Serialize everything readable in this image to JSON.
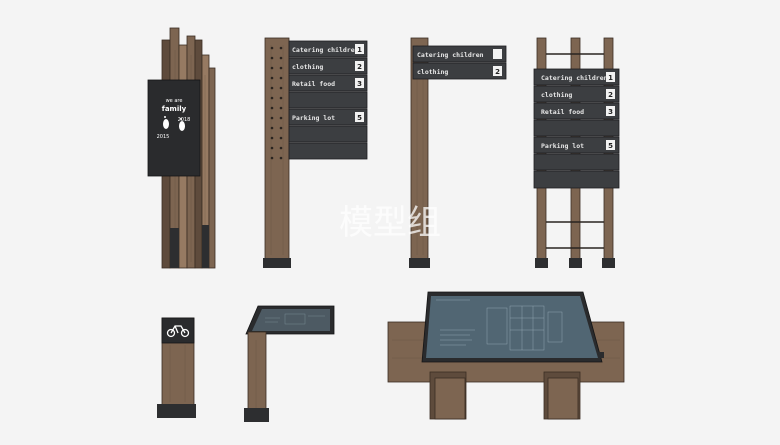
{
  "watermark": "模型组",
  "sign_family": {
    "line1": "we are",
    "line2": "family",
    "year_left": "2015",
    "year_right": "2018"
  },
  "sign_tall": {
    "rows": [
      {
        "label": "Catering children",
        "num": "1"
      },
      {
        "label": "clothing",
        "num": "2"
      },
      {
        "label": "Retail food",
        "num": "3"
      },
      {
        "label": "",
        "num": ""
      },
      {
        "label": "Parking lot",
        "num": "5"
      }
    ]
  },
  "sign_flag": {
    "rows": [
      {
        "label": "Catering children",
        "num": ""
      },
      {
        "label": "clothing",
        "num": "2"
      }
    ]
  },
  "sign_frame": {
    "rows": [
      {
        "label": "Catering children",
        "num": "1"
      },
      {
        "label": "clothing",
        "num": "2"
      },
      {
        "label": "Retail food",
        "num": "3"
      },
      {
        "label": "",
        "num": ""
      },
      {
        "label": "Parking lot",
        "num": "5"
      }
    ]
  },
  "icons": {
    "bike": "bicycle-icon",
    "feet": "footprints-icon"
  }
}
